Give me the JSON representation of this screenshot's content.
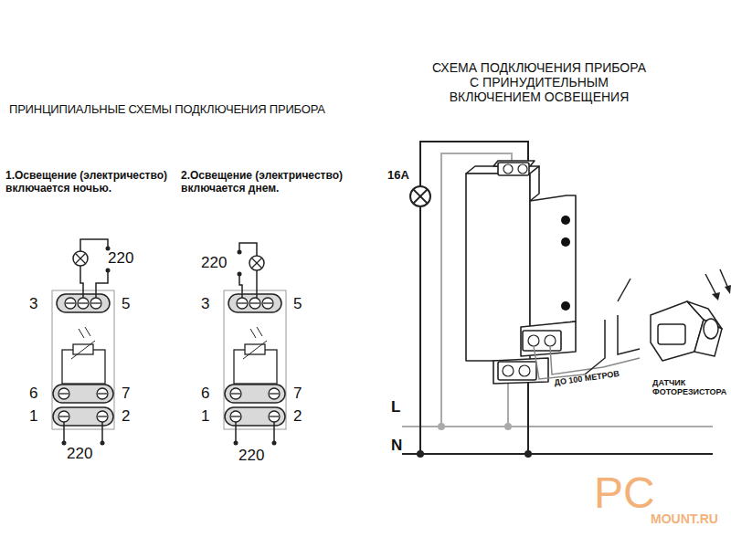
{
  "diagram": {
    "title": "ПРИНЦИПИАЛЬНЫЕ СХЕМЫ ПОДКЛЮЧЕНИЯ ПРИБОРА",
    "labels": [
      "СХЕМА ПОДКЛЮЧЕНИЯ ПРИБОРА С ПРИНУДИТЕЛЬНЫМ ВКЛЮЧЕНИЕМ ОСВЕЩЕНИЯ",
      "1.Освещение (электричество) включается ночью.",
      "2.Освещение (электричество) включается днем.",
      "220",
      "3",
      "5",
      "6",
      "7",
      "1",
      "2",
      "220",
      "220",
      "3",
      "5",
      "6",
      "7",
      "1",
      "2",
      "220",
      "16A",
      "L",
      "N",
      "ДО 100 МЕТРОВ",
      "ДАТЧИК ФОТОРЕЗИСТОРА",
      "PC",
      "MOUNT.RU"
    ]
  }
}
